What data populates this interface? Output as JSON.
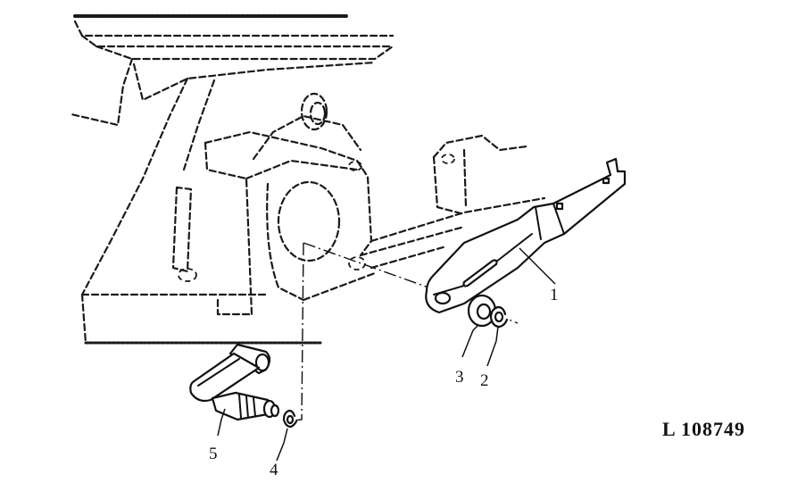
{
  "figure": {
    "reference": "L 108749",
    "callouts": [
      {
        "id": "c1",
        "label": "1"
      },
      {
        "id": "c2",
        "label": "2"
      },
      {
        "id": "c3",
        "label": "3"
      },
      {
        "id": "c4",
        "label": "4"
      },
      {
        "id": "c5",
        "label": "5"
      }
    ]
  }
}
